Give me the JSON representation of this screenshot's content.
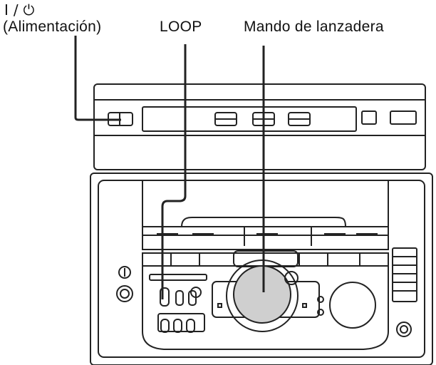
{
  "callouts": {
    "power_symbol": "I / ⏻",
    "power_label": "(Alimentación)",
    "loop_label": "LOOP",
    "shuttle_label": "Mando de lanzadera"
  },
  "colors": {
    "line": "#222222",
    "panel": "#ffffff",
    "shuttle_knob": "#cfcfcf"
  }
}
